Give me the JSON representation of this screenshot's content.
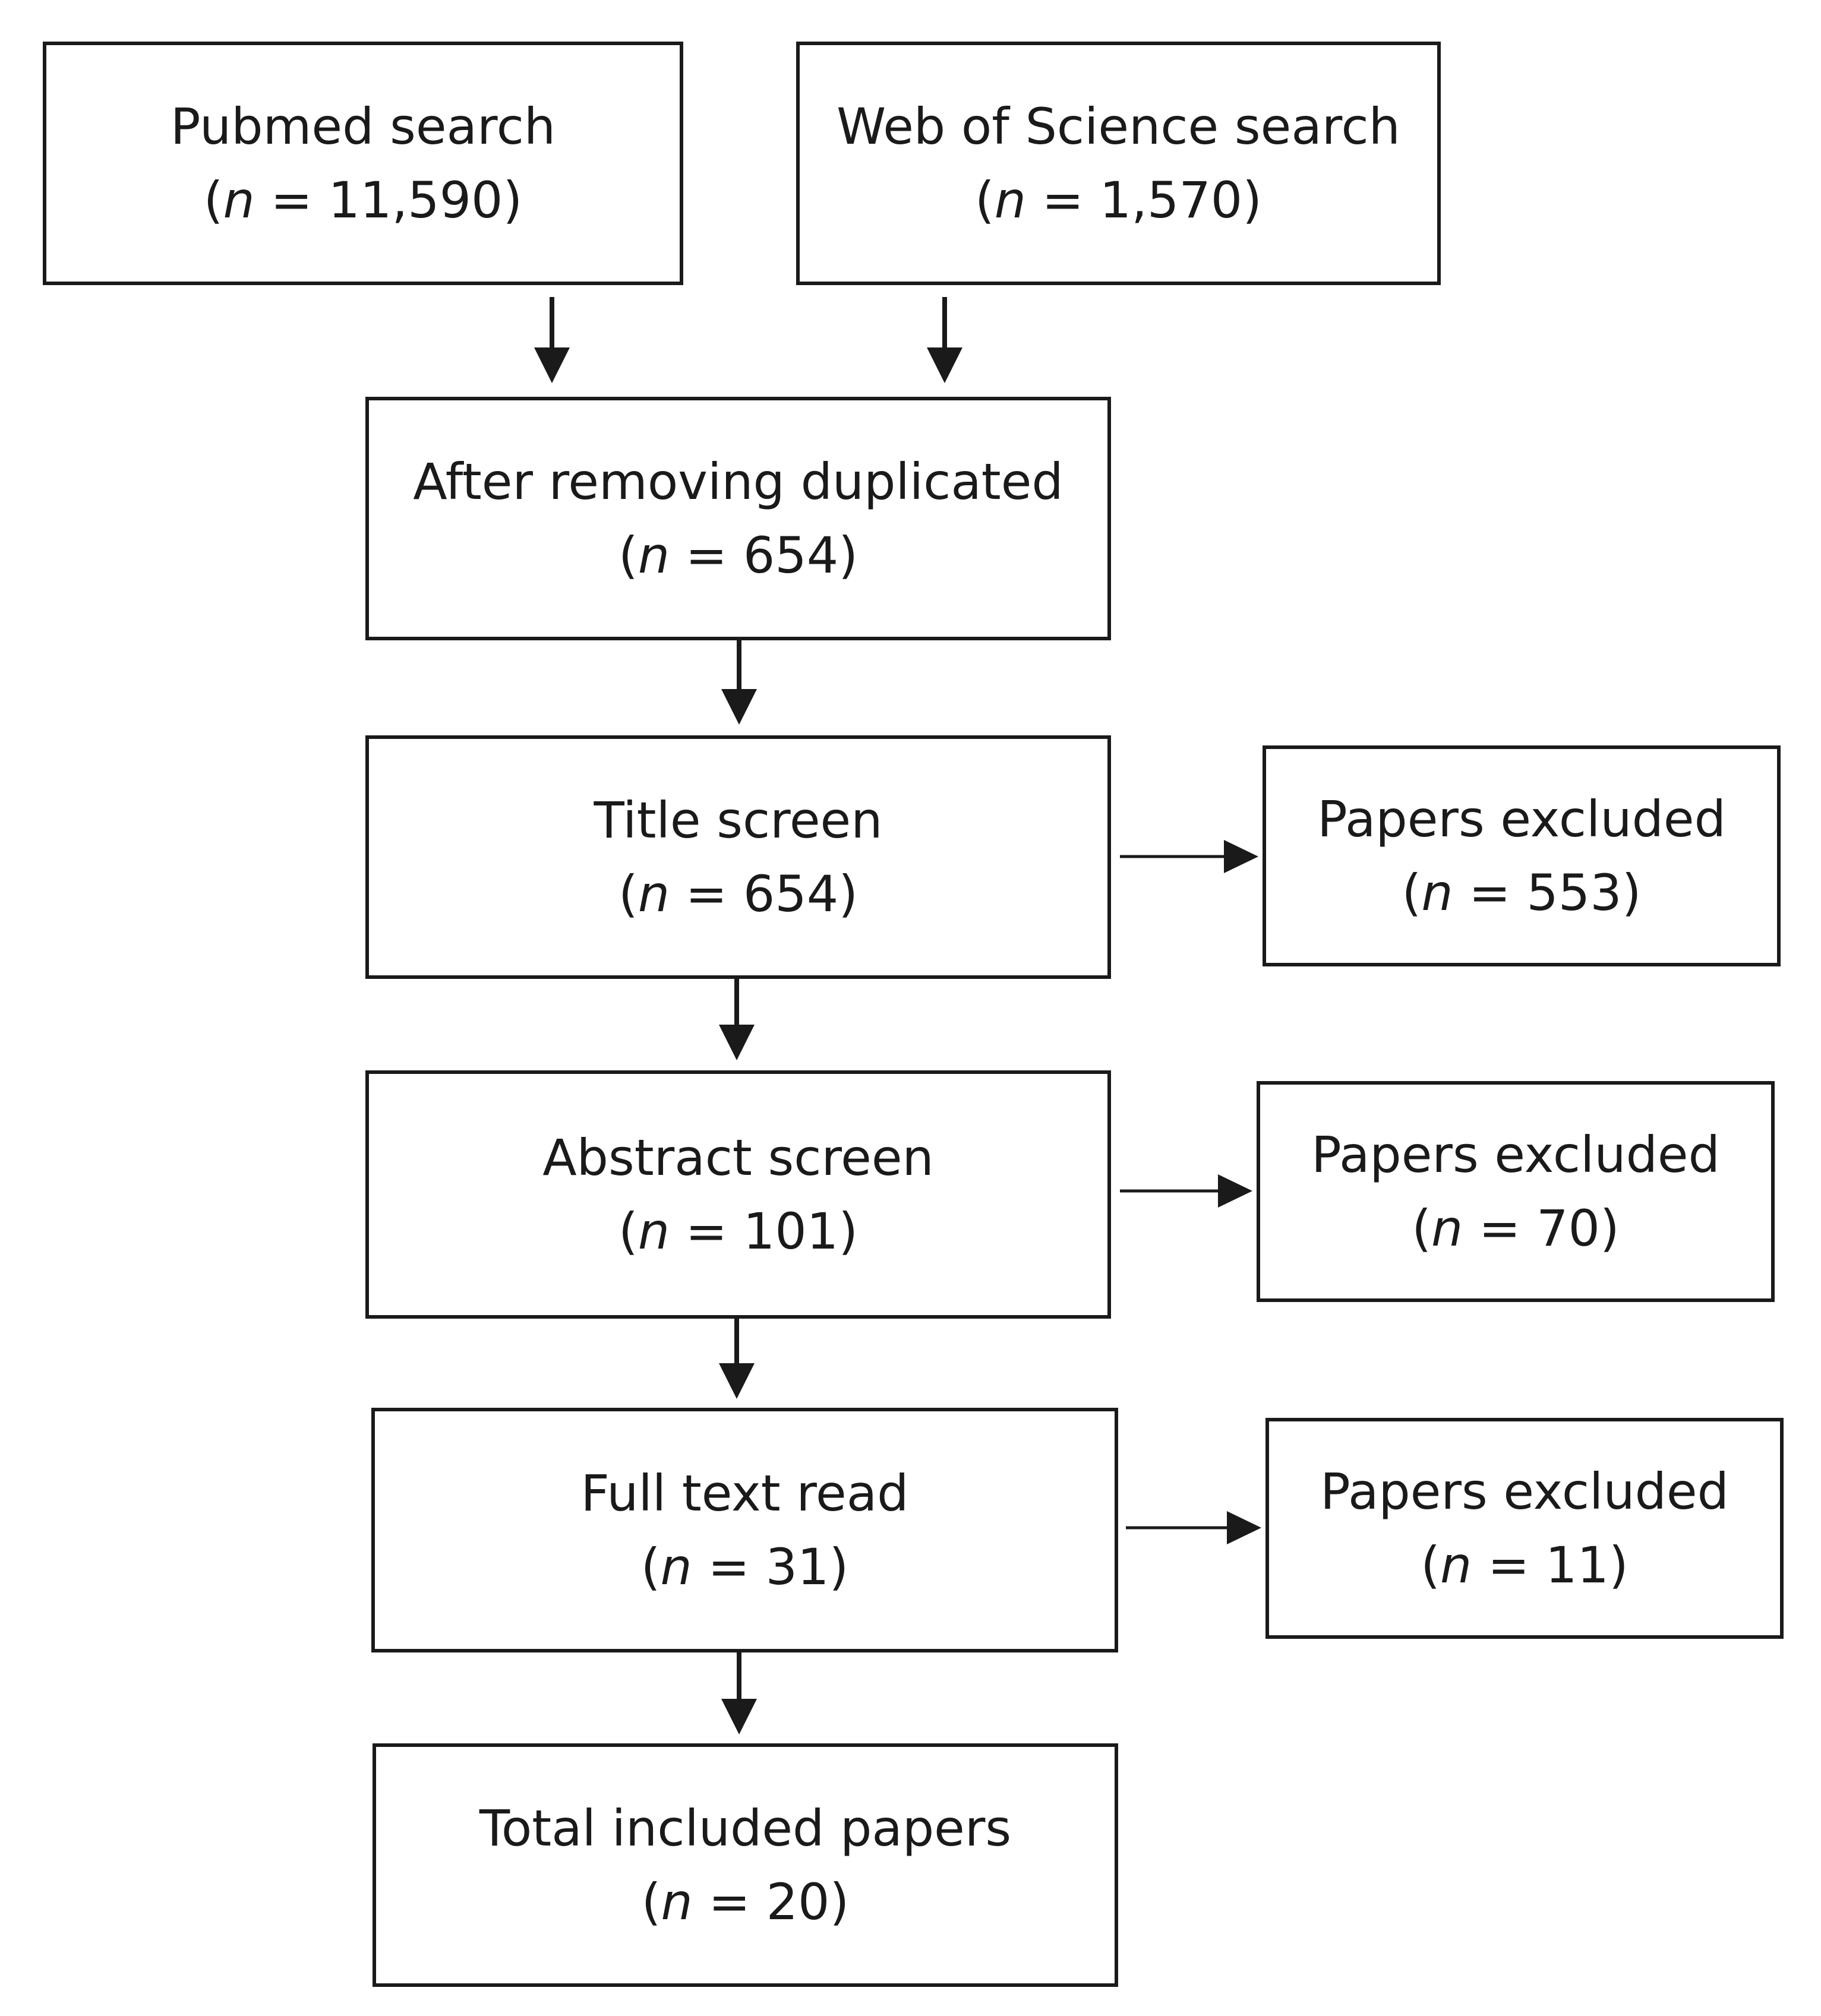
{
  "flow": {
    "pubmed": {
      "label": "Pubmed search",
      "n_prefix": "n",
      "count": " = 11,590"
    },
    "wos": {
      "label": "Web of Science search",
      "n_prefix": "n",
      "count": " = 1,570"
    },
    "dedup": {
      "label": "After removing duplicated",
      "n_prefix": "n",
      "count": " = 654"
    },
    "title": {
      "label": "Title screen",
      "n_prefix": "n",
      "count": " = 654"
    },
    "abstract": {
      "label": "Abstract screen",
      "n_prefix": "n",
      "count": " = 101"
    },
    "fulltext": {
      "label": "Full text read",
      "n_prefix": "n",
      "count": " =  31"
    },
    "included": {
      "label": "Total included papers",
      "n_prefix": "n",
      "count": " = 20"
    },
    "excl_title": {
      "label": "Papers excluded",
      "n_prefix": "n",
      "count": " = 553"
    },
    "excl_abstract": {
      "label": "Papers excluded",
      "n_prefix": "n",
      "count": " = 70"
    },
    "excl_fulltext": {
      "label": "Papers excluded",
      "n_prefix": "n",
      "count": " = 11"
    }
  }
}
